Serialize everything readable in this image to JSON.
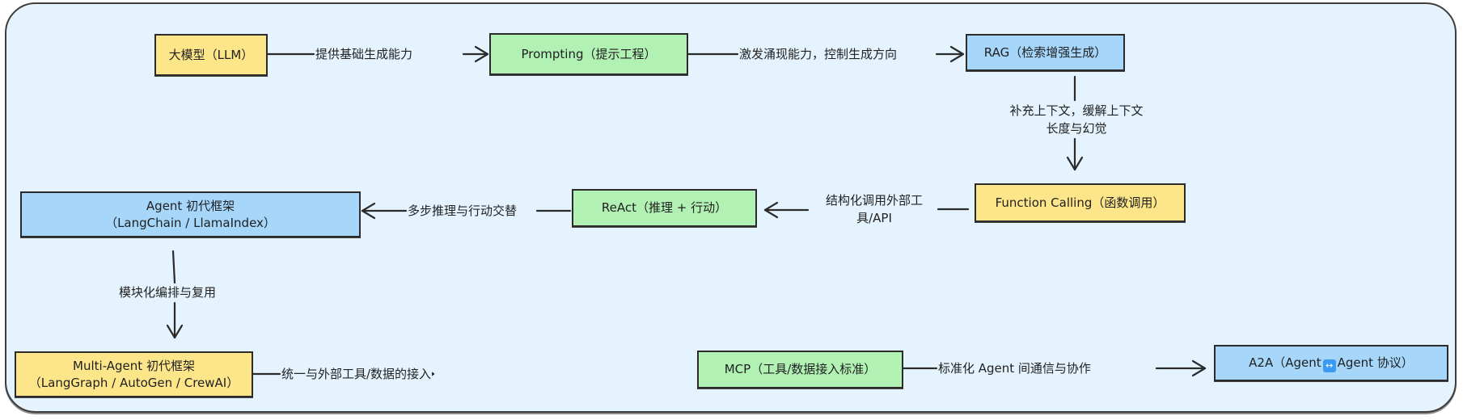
{
  "diagram": {
    "colors": {
      "background": "#e4f3fd",
      "yellow_node": "#fde68a",
      "green_node": "#b1f2b4",
      "blue_node": "#a6d7fb",
      "stroke": "#2b2b2b"
    },
    "nodes": {
      "llm": {
        "lines": [
          "大模型（LLM）"
        ],
        "color": "yellow"
      },
      "prompting": {
        "lines": [
          "Prompting（提示工程）"
        ],
        "color": "green"
      },
      "rag": {
        "lines": [
          "RAG（检索增强生成）"
        ],
        "color": "blue"
      },
      "function_calling": {
        "lines": [
          "Function Calling（函数调用）"
        ],
        "color": "yellow"
      },
      "react": {
        "lines": [
          "ReAct（推理 + 行动）"
        ],
        "color": "green"
      },
      "agent": {
        "lines": [
          "Agent 初代框架",
          "（LangChain / LlamaIndex）"
        ],
        "color": "blue"
      },
      "multi_agent": {
        "lines": [
          "Multi-Agent 初代框架",
          "（LangGraph / AutoGen / CrewAI）"
        ],
        "color": "yellow"
      },
      "mcp": {
        "lines": [
          "MCP（工具/数据接入标准）"
        ],
        "color": "green"
      },
      "a2a": {
        "prefix": "A2A（Agent",
        "swap_icon": "left-right-arrow-icon",
        "swap_glyph": "↔",
        "suffix": "Agent 协议）",
        "color": "blue"
      }
    },
    "edges": [
      {
        "from": "llm",
        "to": "prompting",
        "lines": [
          "提供基础生成能力"
        ]
      },
      {
        "from": "prompting",
        "to": "rag",
        "lines": [
          "激发涌现能力，控制生成方向"
        ]
      },
      {
        "from": "rag",
        "to": "function_calling",
        "lines": [
          "补充上下文，缓解上下文",
          "长度与幻觉"
        ]
      },
      {
        "from": "function_calling",
        "to": "react",
        "lines": [
          "结构化调用外部工",
          "具/API"
        ]
      },
      {
        "from": "react",
        "to": "agent",
        "lines": [
          "多步推理与行动交替"
        ]
      },
      {
        "from": "agent",
        "to": "multi_agent",
        "lines": [
          "模块化编排与复用"
        ]
      },
      {
        "from": "multi_agent",
        "to": "mcp",
        "lines": [
          "统一与外部工具/数据的接入"
        ]
      },
      {
        "from": "mcp",
        "to": "a2a",
        "lines": [
          "标准化 Agent 间通信与协作"
        ]
      }
    ]
  }
}
